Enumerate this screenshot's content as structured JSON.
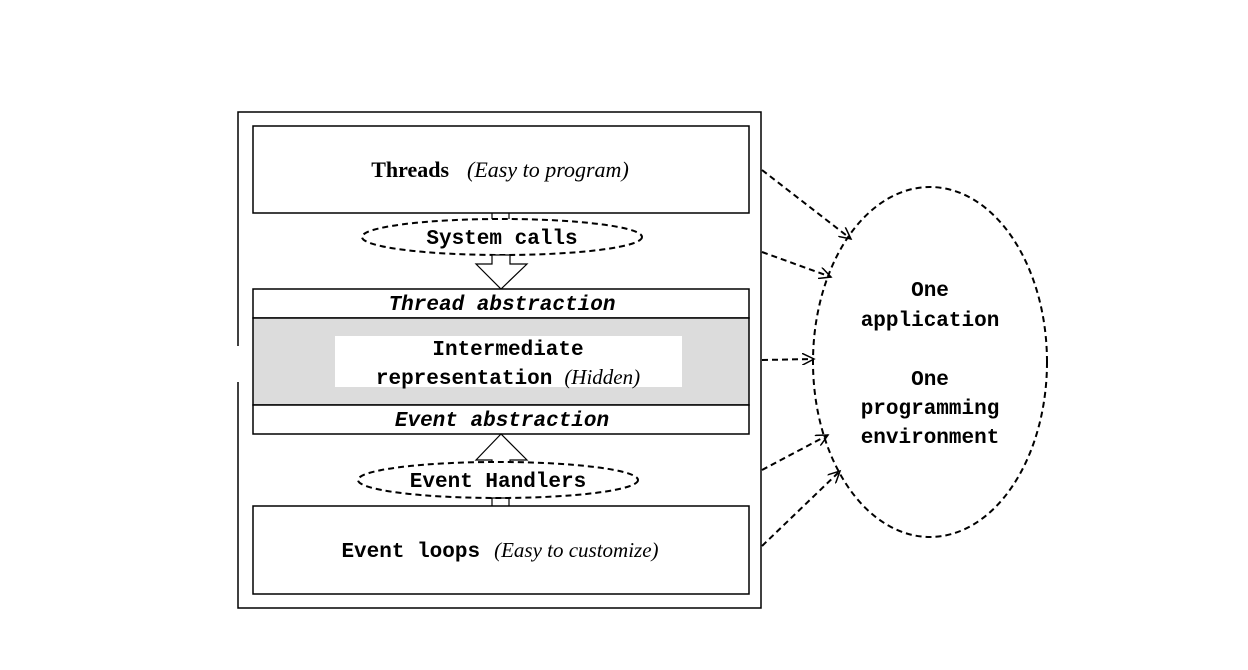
{
  "threads": {
    "title": "Threads",
    "note": "(Easy to program)"
  },
  "system_calls": "System calls",
  "thread_abstraction": "Thread abstraction",
  "intermediate": {
    "line1": "Intermediate",
    "line2": "representation",
    "note": "(Hidden)"
  },
  "event_abstraction": "Event abstraction",
  "event_handlers": "Event Handlers",
  "event_loops": {
    "title": "Event loops",
    "note": "(Easy to customize)"
  },
  "ellipse": {
    "line1": "One",
    "line2": "application",
    "line3": "One",
    "line4": "programming",
    "line5": "environment"
  },
  "colors": {
    "stroke": "#000000",
    "hidden_band": "#dcdcdc",
    "background": "#ffffff"
  }
}
